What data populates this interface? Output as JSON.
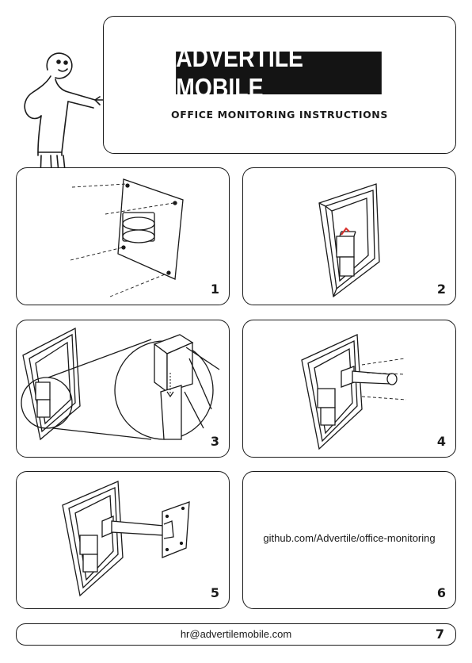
{
  "header": {
    "brand": "ADVERTILE MOBILE",
    "subtitle": "OFFICE MONITORING INSTRUCTIONS"
  },
  "steps": [
    {
      "number": "1"
    },
    {
      "number": "2"
    },
    {
      "number": "3"
    },
    {
      "number": "4"
    },
    {
      "number": "5"
    },
    {
      "number": "6",
      "text": "github.com/Advertile/office-monitoring"
    }
  ],
  "footer": {
    "email": "hr@advertilemobile.com",
    "page": "7"
  },
  "colors": {
    "ink": "#1a1a1a",
    "accent": "#d9302c"
  }
}
